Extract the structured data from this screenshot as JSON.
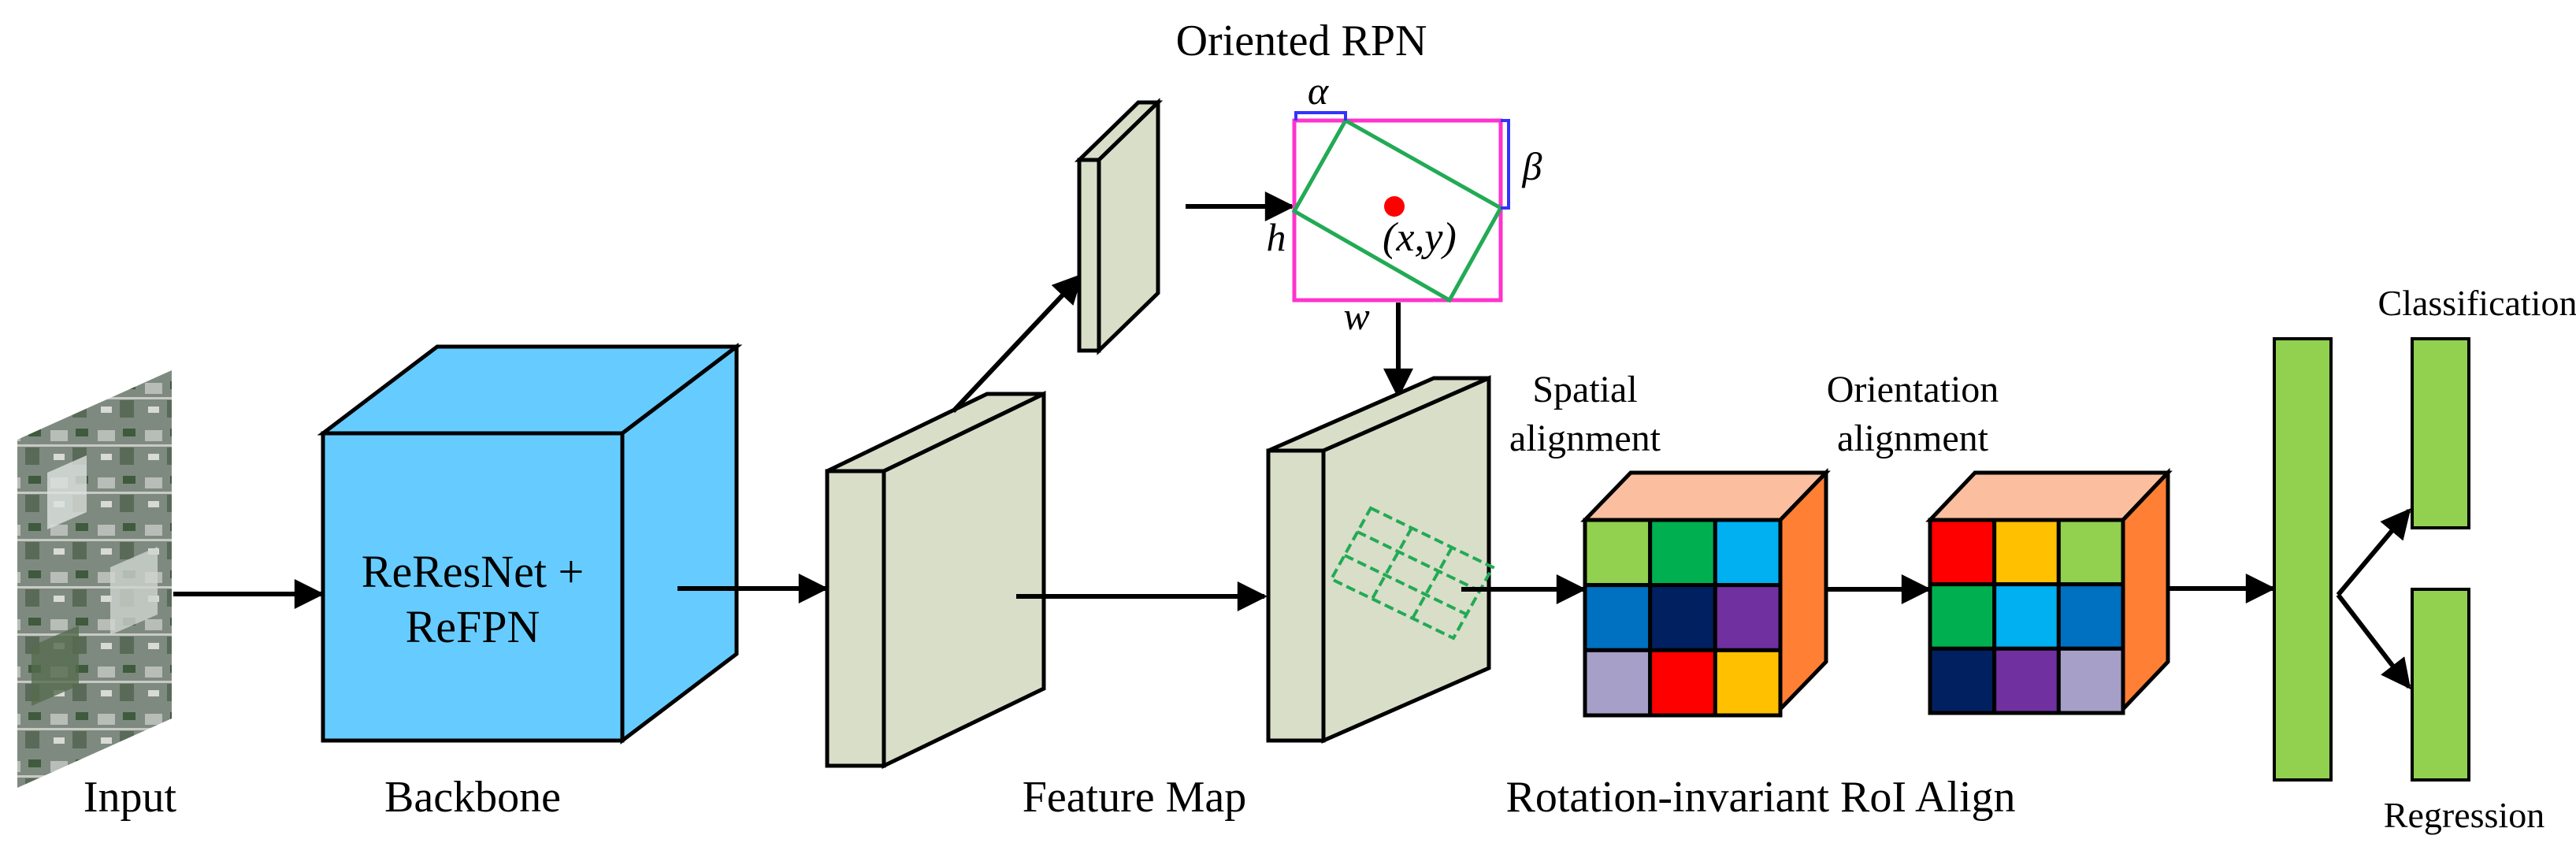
{
  "labels": {
    "input": "Input",
    "backbone": "Backbone",
    "backbone_box_line1": "ReResNet +",
    "backbone_box_line2": "ReFPN",
    "feature_map": "Feature Map",
    "oriented_rpn": "Oriented RPN",
    "rotation_invariant": "Rotation-invariant RoI Align",
    "spatial_line1": "Spatial",
    "spatial_line2": "alignment",
    "orientation_line1": "Orientation",
    "orientation_line2": "alignment",
    "classification": "Classification",
    "regression": "Regression"
  },
  "rpn_symbols": {
    "alpha": "α",
    "beta": "β",
    "h": "h",
    "w": "w",
    "center": "(x,y)"
  },
  "colors": {
    "backbone_fill": "#66ccff",
    "feature_fill": "#d9dec8",
    "fc_fill": "#92d050",
    "rpn_box": "#ff33cc",
    "rpn_rotated": "#22aa55",
    "rpn_center": "#ff0000",
    "cube_top": "#fbbf9f",
    "cube_side": "#ff7f35"
  },
  "spatial_grid": [
    [
      "#92d050",
      "#00b050",
      "#00b0f0"
    ],
    [
      "#0070c0",
      "#002060",
      "#7030a0"
    ],
    [
      "#a69fc8",
      "#ff0000",
      "#ffc000"
    ]
  ],
  "orientation_grid": [
    [
      "#ff0000",
      "#ffc000",
      "#92d050"
    ],
    [
      "#00b050",
      "#00b0f0",
      "#0070c0"
    ],
    [
      "#002060",
      "#7030a0",
      "#a69fc8"
    ]
  ]
}
